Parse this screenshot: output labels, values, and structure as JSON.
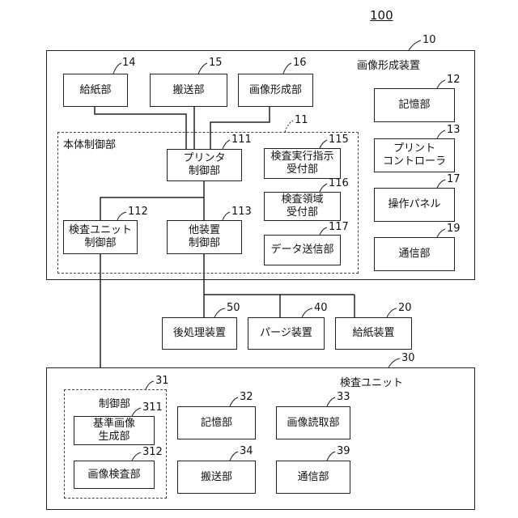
{
  "figure_number": "100",
  "image_forming": {
    "title": "画像形成装置",
    "ref": "10",
    "paper_feed": {
      "label": "給紙部",
      "ref": "14"
    },
    "transport": {
      "label": "搬送部",
      "ref": "15"
    },
    "image_former": {
      "label": "画像形成部",
      "ref": "16"
    },
    "storage": {
      "label": "記憶部",
      "ref": "12"
    },
    "print_controller": {
      "label": "プリント\nコントローラ",
      "ref": "13"
    },
    "operation_panel": {
      "label": "操作パネル",
      "ref": "17"
    },
    "communication": {
      "label": "通信部",
      "ref": "19"
    },
    "main_control": {
      "title": "本体制御部",
      "ref": "11",
      "printer_control": {
        "label": "プリンタ\n制御部",
        "ref": "111"
      },
      "inspection_unit_control": {
        "label": "検査ユニット\n制御部",
        "ref": "112"
      },
      "other_device_control": {
        "label": "他装置\n制御部",
        "ref": "113"
      },
      "inspection_exec_receiver": {
        "label": "検査実行指示\n受付部",
        "ref": "115"
      },
      "inspection_area_receiver": {
        "label": "検査領域\n受付部",
        "ref": "116"
      },
      "data_transmitter": {
        "label": "データ送信部",
        "ref": "117"
      }
    }
  },
  "peripherals": {
    "post_processing": {
      "label": "後処理装置",
      "ref": "50"
    },
    "purge": {
      "label": "パージ装置",
      "ref": "40"
    },
    "paper_feeder": {
      "label": "給紙装置",
      "ref": "20"
    }
  },
  "inspection_unit": {
    "title": "検査ユニット",
    "ref": "30",
    "storage": {
      "label": "記憶部",
      "ref": "32"
    },
    "image_reader": {
      "label": "画像読取部",
      "ref": "33"
    },
    "transport": {
      "label": "搬送部",
      "ref": "34"
    },
    "communication": {
      "label": "通信部",
      "ref": "39"
    },
    "control": {
      "title": "制御部",
      "ref": "31",
      "reference_image_generator": {
        "label": "基準画像\n生成部",
        "ref": "311"
      },
      "image_inspector": {
        "label": "画像検査部",
        "ref": "312"
      }
    }
  }
}
